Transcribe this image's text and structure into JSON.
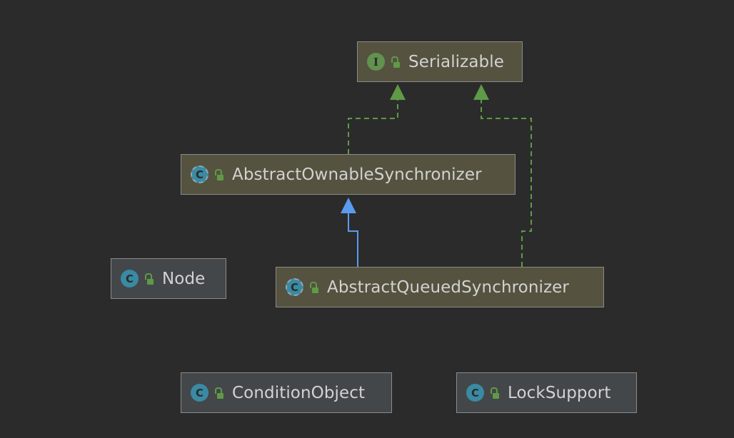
{
  "nodes": {
    "serializable": {
      "name": "Serializable",
      "kind": "I",
      "kind_type": "interface"
    },
    "abstract_ownable_synchronizer": {
      "name": "AbstractOwnableSynchronizer",
      "kind": "C",
      "kind_type": "abstract-class"
    },
    "abstract_queued_synchronizer": {
      "name": "AbstractQueuedSynchronizer",
      "kind": "C",
      "kind_type": "abstract-class"
    },
    "node": {
      "name": "Node",
      "kind": "C",
      "kind_type": "class"
    },
    "condition_object": {
      "name": "ConditionObject",
      "kind": "C",
      "kind_type": "class"
    },
    "lock_support": {
      "name": "LockSupport",
      "kind": "C",
      "kind_type": "class"
    }
  },
  "icons": {
    "kind": "class-kind-icon",
    "visibility": "public-unlocked-icon"
  },
  "colors": {
    "background": "#2b2b2b",
    "interface_fill": "#55523f",
    "class_fill": "#43474a",
    "implements_edge": "#5f9a47",
    "extends_edge": "#5a9bf0",
    "class_icon": "#3a8aa3",
    "interface_icon": "#63914f"
  }
}
